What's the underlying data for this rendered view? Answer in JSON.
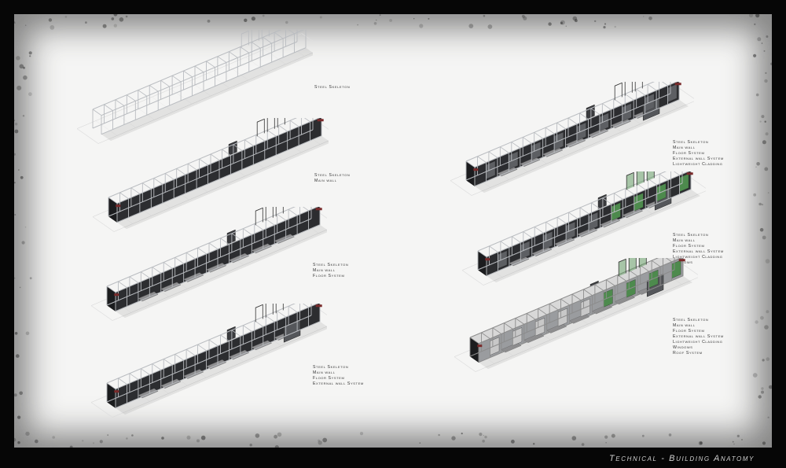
{
  "sheet": {
    "title": "Technical - Building Anatomy"
  },
  "stages": [
    {
      "lines": [
        "Steel Skeleton"
      ],
      "layers": [
        "skeleton"
      ]
    },
    {
      "lines": [
        "Steel Skeleton",
        "Main wall"
      ],
      "layers": [
        "skeleton",
        "mainwall"
      ]
    },
    {
      "lines": [
        "Steel Skeleton",
        "Main wall",
        "Floor System"
      ],
      "layers": [
        "skeleton",
        "mainwall",
        "floor"
      ]
    },
    {
      "lines": [
        "Steel Skeleton",
        "Main wall",
        "Floor System",
        "External wall System"
      ],
      "layers": [
        "skeleton",
        "mainwall",
        "floor",
        "external"
      ]
    },
    {
      "lines": [
        "Steel Skeleton",
        "Main wall",
        "Floor System",
        "External wall System",
        "Lightweight Cladding"
      ],
      "layers": [
        "skeleton",
        "mainwall",
        "floor",
        "external",
        "cladding"
      ]
    },
    {
      "lines": [
        "Steel Skeleton",
        "Main wall",
        "Floor System",
        "External wall System",
        "Lightweight Cladding",
        "Windows"
      ],
      "layers": [
        "skeleton",
        "mainwall",
        "floor",
        "external",
        "cladding",
        "windows"
      ]
    },
    {
      "lines": [
        "Steel Skeleton",
        "Main wall",
        "Floor System",
        "External wall System",
        "Lightweight Cladding",
        "Windows",
        "Roof System"
      ],
      "layers": [
        "skeleton",
        "mainwall",
        "floor",
        "external",
        "cladding",
        "windows",
        "roof"
      ]
    }
  ],
  "colors": {
    "frame": "#060606",
    "sheet": "#f5f5f4",
    "steel": "#b9bcc0",
    "wall": "#2c2d30",
    "accent": "#7a2a2a",
    "glass": "#4d8a4d",
    "title": "#cfcfcf"
  }
}
